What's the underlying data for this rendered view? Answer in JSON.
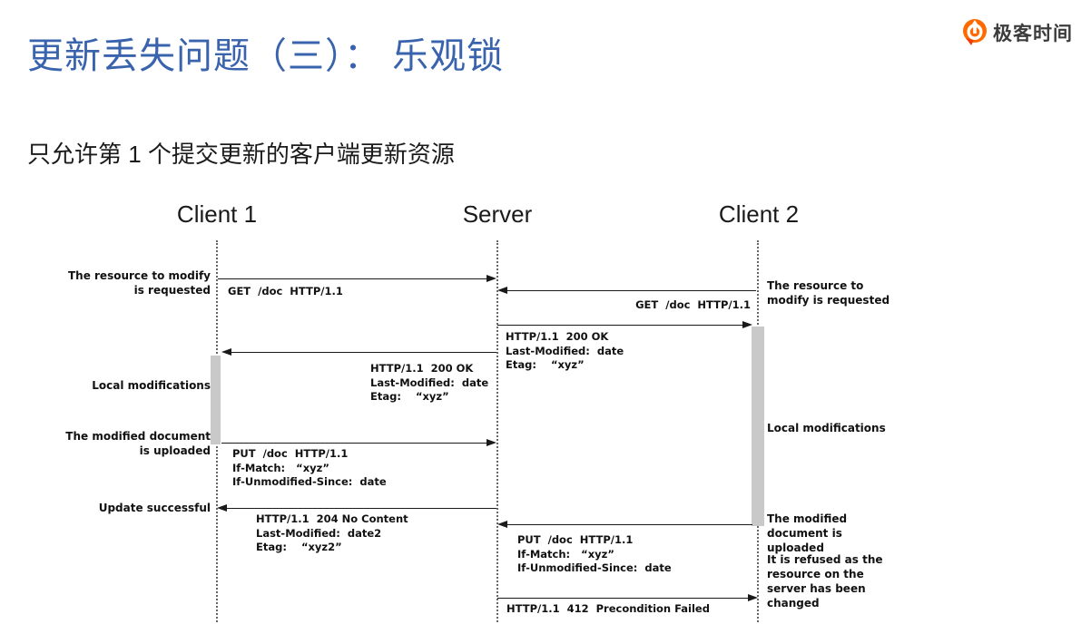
{
  "page": {
    "title": "更新丢失问题（三）： 乐观锁",
    "subtitle": "只允许第 1 个提交更新的客户端更新资源"
  },
  "logo": {
    "text": "极客时间",
    "accent_color": "#FF6A00"
  },
  "diagram": {
    "lifelines": [
      {
        "label": "Client 1"
      },
      {
        "label": "Server"
      },
      {
        "label": "Client 2"
      }
    ],
    "left_notes": [
      "The resource to modify is requested",
      "Local modifications",
      "The modified document is uploaded",
      "Update successful"
    ],
    "right_notes": [
      "The resource to modify is requested",
      "Local modifications",
      "The modified document is uploaded",
      "It is refused as the resource on the server has been changed"
    ],
    "messages": [
      {
        "from": "Client 1",
        "to": "Server",
        "lines": [
          "GET  /doc  HTTP/1.1"
        ]
      },
      {
        "from": "Client 2",
        "to": "Server",
        "lines": [
          "GET  /doc  HTTP/1.1"
        ]
      },
      {
        "from": "Server",
        "to": "Client 2",
        "lines": [
          "HTTP/1.1  200 OK",
          "Last-Modified:  date",
          "Etag:    “xyz”"
        ]
      },
      {
        "from": "Server",
        "to": "Client 1",
        "lines": [
          "HTTP/1.1  200 OK",
          "Last-Modified:  date",
          "Etag:    “xyz”"
        ]
      },
      {
        "from": "Client 1",
        "to": "Server",
        "lines": [
          "PUT  /doc  HTTP/1.1",
          "If-Match:   “xyz”",
          "If-Unmodified-Since:  date"
        ]
      },
      {
        "from": "Server",
        "to": "Client 1",
        "lines": [
          "HTTP/1.1  204 No Content",
          "Last-Modified:  date2",
          "Etag:    “xyz2”"
        ]
      },
      {
        "from": "Client 2",
        "to": "Server",
        "lines": [
          "PUT  /doc  HTTP/1.1",
          "If-Match:   “xyz”",
          "If-Unmodified-Since:  date"
        ]
      },
      {
        "from": "Server",
        "to": "Client 2",
        "lines": [
          "HTTP/1.1  412  Precondition Failed"
        ]
      }
    ]
  }
}
